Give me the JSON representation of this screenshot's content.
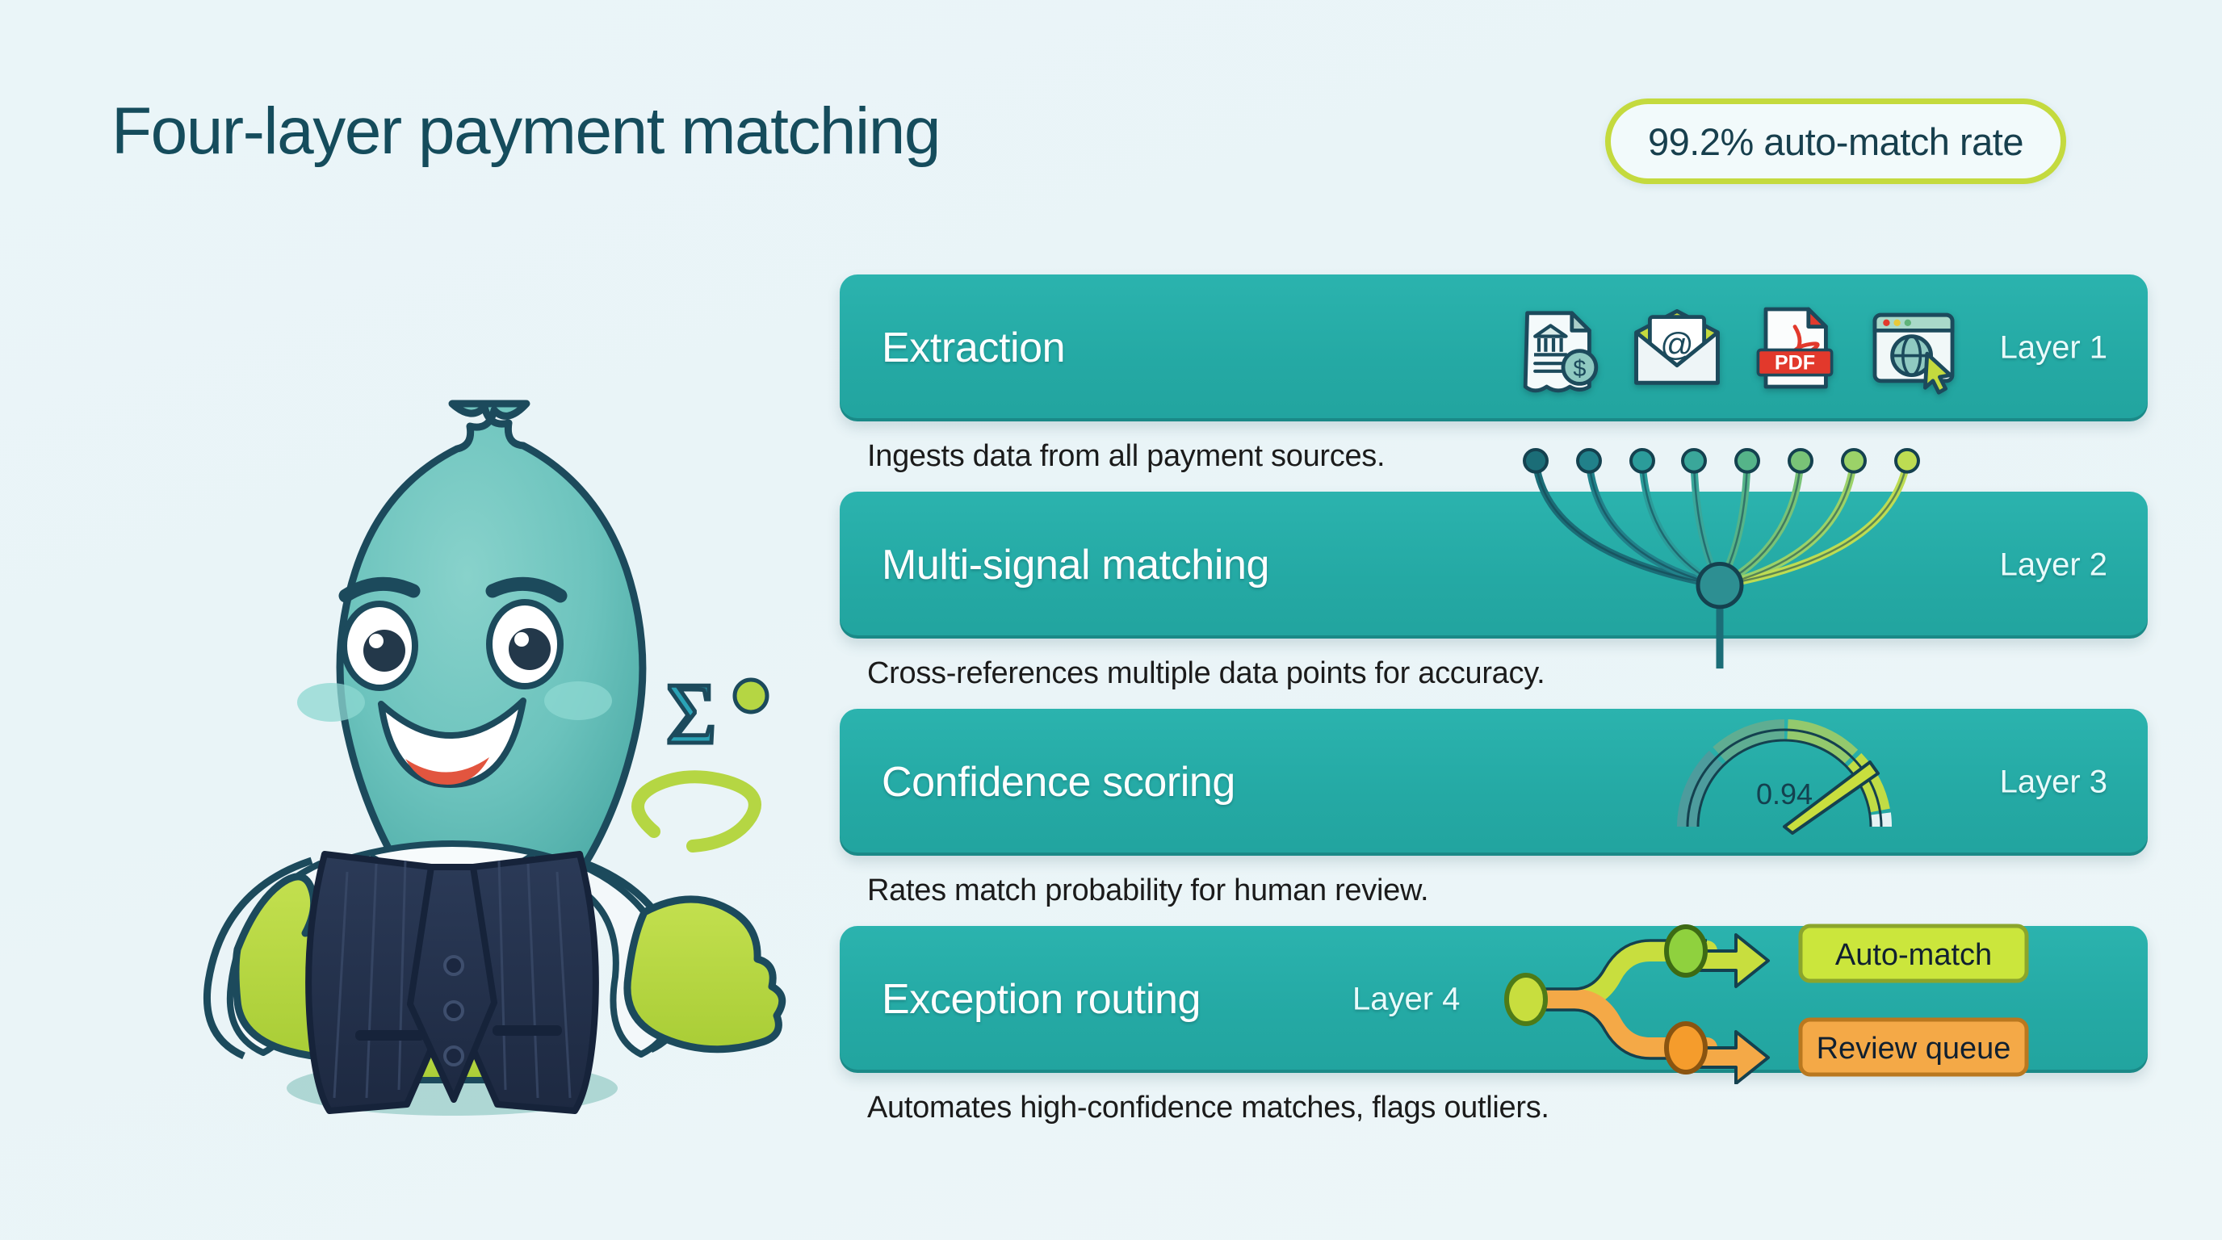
{
  "page": {
    "title": "Four-layer payment matching",
    "background_color": "#eaf5f8",
    "title_color": "#154c5c"
  },
  "badge": {
    "label": "99.2% auto-match rate",
    "border_color": "#c4da3e",
    "text_color": "#173f4d"
  },
  "theme": {
    "bar_color": "#24a9a4",
    "bar_text_color": "#ffffff",
    "accent_green": "#c4da3e",
    "accent_orange": "#f2a23c",
    "dark_teal": "#154c5c"
  },
  "mascot": {
    "name": "fuzzy-teal-mascot",
    "description": "Teal furry mascot in navy pinstripe vest giving a thumbs up and holding a sigma symbol",
    "body_color": "#6cc3bd",
    "vest_color": "#22304d",
    "hand_color": "#b5d643",
    "symbol": "Σ"
  },
  "layers": [
    {
      "title": "Extraction",
      "tag": "Layer 1",
      "tag_position": "right",
      "caption": "Ingests data from all payment sources.",
      "visual": "extraction-icons",
      "icons": [
        "bank-statement-icon",
        "email-envelope-icon",
        "pdf-document-icon",
        "web-portal-icon"
      ],
      "icon_labels": [
        "",
        "@",
        "PDF",
        ""
      ]
    },
    {
      "title": "Multi-signal matching",
      "tag": "Layer 2",
      "tag_position": "right",
      "caption": "Cross-references multiple data points for accuracy.",
      "visual": "signal-fan",
      "signal_count": 8
    },
    {
      "title": "Confidence scoring",
      "tag": "Layer 3",
      "tag_position": "right",
      "caption": "Rates match probability for human review.",
      "visual": "confidence-gauge",
      "gauge_value": "0.94"
    },
    {
      "title": "Exception routing",
      "tag": "Layer 4",
      "tag_position": "inline-left",
      "caption": "Automates high-confidence matches, flags outliers.",
      "visual": "routing-branch",
      "outcomes": [
        {
          "label": "Auto-match",
          "color": "#cbe63c"
        },
        {
          "label": "Review queue",
          "color": "#f4a947"
        }
      ]
    }
  ],
  "chart_data": {
    "type": "table",
    "title": "Four-layer payment matching",
    "categories": [
      "Layer 1",
      "Layer 2",
      "Layer 3",
      "Layer 4"
    ],
    "series": [
      {
        "name": "stage",
        "values": [
          "Extraction",
          "Multi-signal matching",
          "Confidence scoring",
          "Exception routing"
        ]
      },
      {
        "name": "description",
        "values": [
          "Ingests data from all payment sources.",
          "Cross-references multiple data points for accuracy.",
          "Rates match probability for human review.",
          "Automates high-confidence matches, flags outliers."
        ]
      }
    ],
    "annotations": [
      {
        "label": "auto-match rate",
        "value": 99.2,
        "unit": "%"
      },
      {
        "label": "confidence gauge",
        "value": 0.94,
        "range": [
          0,
          1
        ]
      },
      {
        "label": "input signals",
        "value": 8
      }
    ],
    "legend": [
      "Auto-match",
      "Review queue"
    ],
    "legend_position": "inline-layer-4"
  }
}
